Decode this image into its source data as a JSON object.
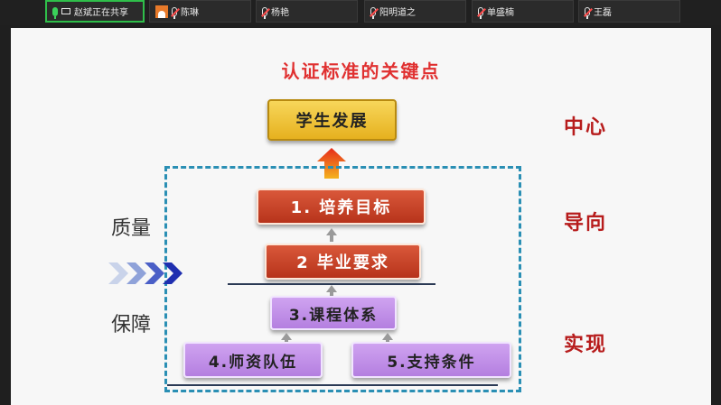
{
  "participants": [
    {
      "name": "赵斌正在共享",
      "active": true,
      "mic": "on",
      "icon": "screen-share-icon"
    },
    {
      "name": "陈琳",
      "mic": "muted"
    },
    {
      "name": "杨艳",
      "mic": "muted"
    },
    {
      "name": "阳明道之",
      "mic": "muted"
    },
    {
      "name": "单盛楠",
      "mic": "muted"
    },
    {
      "name": "王磊",
      "mic": "muted"
    }
  ],
  "slide": {
    "title": "认证标准的关键点",
    "top_box": "学生发展",
    "goal_box": "1. 培养目标",
    "req_box": "2  毕业要求",
    "course_box": "3.课程体系",
    "teacher_box": "4.师资队伍",
    "support_box": "5.支持条件",
    "right_center": "中心",
    "right_guide": "导向",
    "right_realize": "实现",
    "left_quality": "质量",
    "left_guarantee": "保障"
  },
  "colors": {
    "accent_green": "#2fbf4a",
    "title_red": "#e03030",
    "dashed_blue": "#2a8fb4"
  }
}
